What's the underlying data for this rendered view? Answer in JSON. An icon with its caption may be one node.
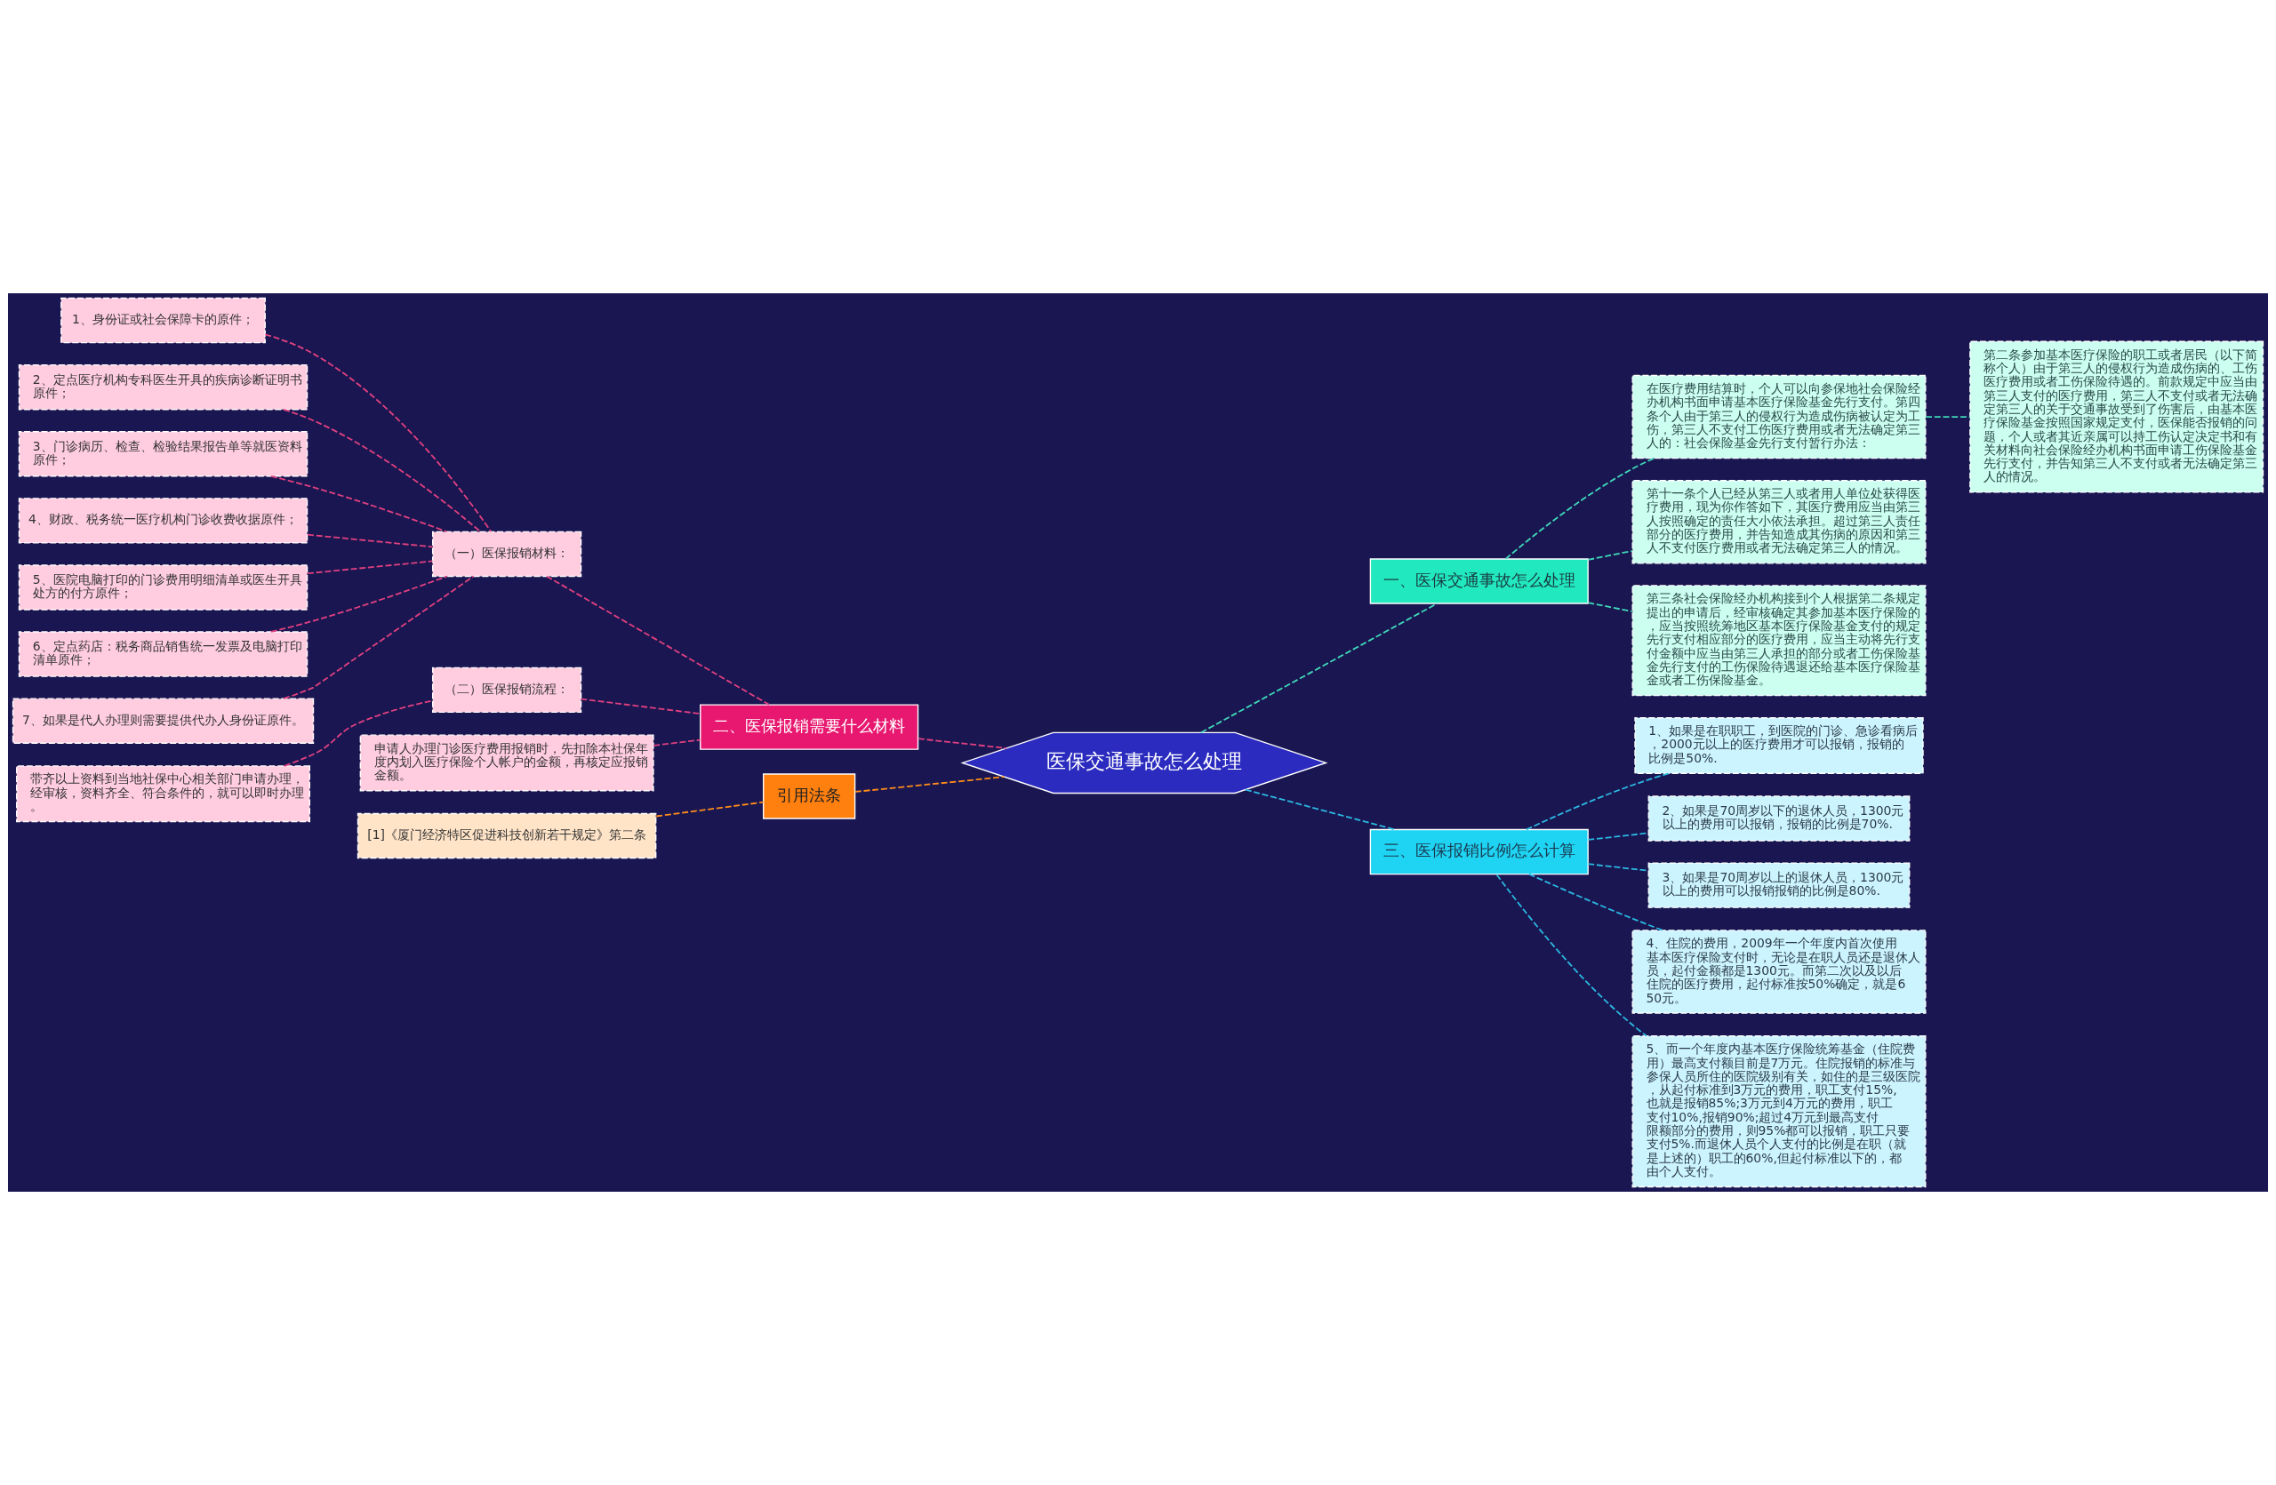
{
  "diagram": {
    "nodes": [
      {
        "text": [
          "医保交通事故怎么处理"
        ]
      },
      {
        "text": [
          "二、医保报销需要什么材料"
        ]
      },
      {
        "text": [
          "（一）医保报销材料："
        ]
      },
      {
        "text": [
          "1、身份证或社会保障卡的原件；"
        ]
      },
      {
        "text": [
          "2、定点医疗机构专科医生开具的疾病诊断证明书原件；"
        ]
      },
      {
        "text": [
          "3、门诊病历、检查、检验结果报告单等就医资料原件；"
        ]
      },
      {
        "text": [
          "4、财政、税务统一医疗机构门诊收费收据原件；"
        ]
      },
      {
        "text": [
          "5、医院电脑打印的门诊费用明细清单或医生开具处方的付方原件；"
        ]
      },
      {
        "text": [
          "6、定点药店：税务商品销售统一发票及电脑打印清单原件；"
        ]
      },
      {
        "text": [
          "7、如果是代人办理则需要提供代办人身份证原件。"
        ]
      },
      {
        "text": [
          "（二）医保报销流程："
        ]
      },
      {
        "text": [
          "带齐以上资料到当地社保中心相关部门申请办理，经审核，资料齐全、符合条件的，就可以即时办理。"
        ]
      },
      {
        "text": [
          "申请人办理门诊医疗费用报销时，先扣除本社保年度内划入医疗保险个人帐户的金额，再核定应报销金额。"
        ]
      },
      {
        "text": [
          "引用法条"
        ]
      },
      {
        "text": [
          "[1]《厦门经济特区促进科技创新若干规定》第二条"
        ]
      },
      {
        "text": [
          "一、医保交通事故怎么处理"
        ]
      },
      {
        "text": [
          "在医疗费用结算时，个人可以向参保地社会保险经办机构书面申请基本医疗保险基金先行支付。第四条个人由于第三人的侵权行为造成伤病被认定为工伤，第三人不支付工伤医疗费用或者无法确定第三人的：社会保险基金先行支付暂行办法："
        ]
      },
      {
        "text": [
          "第二条参加基本医疗保险的职工或者居民（以下简称个人）由于第三人的侵权行为造成伤病的、工伤医疗费用或者工伤保险待遇的。前款规定中应当由第三人支付的医疗费用，第三人不支付或者无法确定第三人的关于交通事故受到了伤害后，由基本医疗保险基金按照国家规定支付，医保能否报销的问题，个人或者其近亲属可以持工伤认定决定书和有关材料向社会保险经办机构书面申请工伤保险基金先行支付，并告知第三人不支付或者无法确定第三人的情况。"
        ]
      },
      {
        "text": [
          "第十一条个人已经从第三人或者用人单位处获得医疗费用，现为你作答如下，其医疗费用应当由第三人按照确定的责任大小依法承担。超过第三人责任部分的医疗费用，并告知造成其伤病的原因和第三人不支付医疗费用或者无法确定第三人的情况。"
        ]
      },
      {
        "text": [
          "第三条社会保险经办机构接到个人根据第二条规定提出的申请后，经审核确定其参加基本医疗保险的，应当按照统筹地区基本医疗保险基金支付的规定先行支付相应部分的医疗费用，应当主动将先行支付金额中应当由第三人承担的部分或者工伤保险基金先行支付的工伤保险待遇退还给基本医疗保险基金或者工伤保险基金。"
        ]
      },
      {
        "text": [
          "三、医保报销比例怎么计算"
        ]
      },
      {
        "text": [
          "1、如果是在职职工，到医院的门诊、急诊看病后，2000元以上的医疗费用才可以报销，报销的比例是50%."
        ]
      },
      {
        "text": [
          "2、如果是70周岁以下的退休人员，1300元以上的费用可以报销，报销的比例是70%."
        ]
      },
      {
        "text": [
          "3、如果是70周岁以上的退休人员，1300元以上的费用可以报销报销的比例是80%."
        ]
      },
      {
        "text": [
          "4、住院的费用，2009年一个年度内首次使用基本医疗保险支付时，无论是在职人员还是退休人员，起付金额都是1300元。而第二次以及以后住院的医疗费用，起付标准按50%确定，就是650元。"
        ]
      },
      {
        "text": [
          "5、而一个年度内基本医疗保险统筹基金（住院费用）最高支付额目前是7万元。住院报销的标准与参保人员所住的医院级别有关，如住的是三级医院，从起付标准到3万元的费用，职工支付15%,也就是报销85%;3万元到4万元的费用，职工支付10%,报销90%;超过4万元到最高支付限额部分的费用，则95%都可以报销，职工只要支付5%.而退休人员个人支付的比例是在职（就是上述的）职工的60%,但起付标准以下的，都由个人支付。"
        ]
      }
    ],
    "edges": [
      {
        "from": 0,
        "to": 1,
        "arrow": "none",
        "style": "dashed"
      },
      {
        "from": 1,
        "to": 2,
        "arrow": "none",
        "style": "dashed"
      },
      {
        "from": 2,
        "to": 3,
        "arrow": "none",
        "style": "dashed"
      },
      {
        "from": 2,
        "to": 4,
        "arrow": "none",
        "style": "dashed"
      },
      {
        "from": 2,
        "to": 5,
        "arrow": "none",
        "style": "dashed"
      },
      {
        "from": 2,
        "to": 6,
        "arrow": "none",
        "style": "dashed"
      },
      {
        "from": 2,
        "to": 7,
        "arrow": "none",
        "style": "dashed"
      },
      {
        "from": 2,
        "to": 8,
        "arrow": "none",
        "style": "dashed"
      },
      {
        "from": 2,
        "to": 9,
        "arrow": "none",
        "style": "dashed"
      },
      {
        "from": 1,
        "to": 10,
        "arrow": "none",
        "style": "dashed"
      },
      {
        "from": 10,
        "to": 11,
        "arrow": "none",
        "style": "dashed"
      },
      {
        "from": 1,
        "to": 12,
        "arrow": "none",
        "style": "dashed"
      },
      {
        "from": 0,
        "to": 13,
        "arrow": "none",
        "style": "dashed",
        "color": "#ff8c1a"
      },
      {
        "from": 13,
        "to": 14,
        "arrow": "none",
        "style": "dashed",
        "color": "#ff8c1a"
      },
      {
        "from": 0,
        "to": 15,
        "arrow": "none",
        "style": "dashed",
        "color": "#3fd9b8"
      },
      {
        "from": 15,
        "to": 16,
        "arrow": "none",
        "style": "dashed",
        "color": "#3fd9b8"
      },
      {
        "from": 16,
        "to": 17,
        "arrow": "none",
        "style": "dashed",
        "color": "#3fd9b8"
      },
      {
        "from": 15,
        "to": 18,
        "arrow": "none",
        "style": "dashed",
        "color": "#3fd9b8"
      },
      {
        "from": 15,
        "to": 19,
        "arrow": "none",
        "style": "dashed",
        "color": "#3fd9b8"
      },
      {
        "from": 0,
        "to": 20,
        "arrow": "none",
        "style": "dashed",
        "color": "#2bb8e0"
      },
      {
        "from": 20,
        "to": 21,
        "arrow": "none",
        "style": "dashed",
        "color": "#2bb8e0"
      },
      {
        "from": 20,
        "to": 22,
        "arrow": "none",
        "style": "dashed",
        "color": "#2bb8e0"
      },
      {
        "from": 20,
        "to": 23,
        "arrow": "none",
        "style": "dashed",
        "color": "#2bb8e0"
      },
      {
        "from": 20,
        "to": 24,
        "arrow": "none",
        "style": "dashed",
        "color": "#2bb8e0"
      },
      {
        "from": 20,
        "to": 25,
        "arrow": "none",
        "style": "dashed",
        "color": "#2bb8e0"
      }
    ]
  }
}
